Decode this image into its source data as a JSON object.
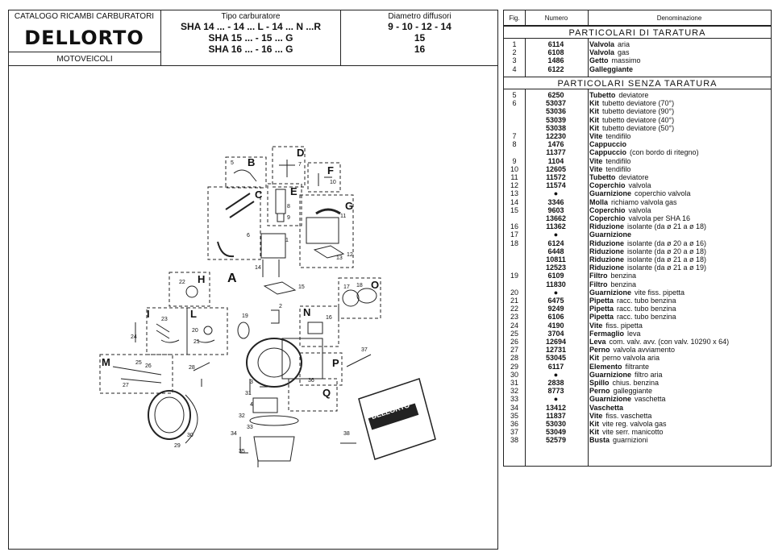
{
  "header": {
    "catalog_title": "CATALOGO RICAMBI CARBURATORI",
    "brand": "DELLORTO",
    "category": "MOTOVEICOLI",
    "tipo_label": "Tipo carburatore",
    "tipo_lines": [
      "SHA 14 ... - 14 ... L - 14 ... N ...R",
      "SHA 15 ... - 15 ... G",
      "SHA 16 ... - 16 ... G"
    ],
    "diametro_label": "Diametro diffusori",
    "diametro_lines": [
      "9 - 10 - 12 - 14",
      "15",
      "16"
    ]
  },
  "table": {
    "col_fig": "Fig.",
    "col_numero": "Numero",
    "col_denominazione": "Denominazione",
    "section1": "PARTICOLARI DI TARATURA",
    "section2": "PARTICOLARI SENZA TARATURA",
    "rows1": [
      {
        "fig": "1",
        "num": "6114",
        "b": "Valvola",
        "t": "aria"
      },
      {
        "fig": "2",
        "num": "6108",
        "b": "Valvola",
        "t": "gas"
      },
      {
        "fig": "3",
        "num": "1486",
        "b": "Getto",
        "t": "massimo"
      },
      {
        "fig": "4",
        "num": "6122",
        "b": "Galleggiante",
        "t": ""
      }
    ],
    "rows2": [
      {
        "fig": "5",
        "num": "6250",
        "b": "Tubetto",
        "t": "deviatore"
      },
      {
        "fig": "6",
        "num": "53037",
        "b": "Kit",
        "t": "tubetto deviatore (70°)"
      },
      {
        "fig": "",
        "num": "53036",
        "b": "Kit",
        "t": "tubetto deviatore (90°)"
      },
      {
        "fig": "",
        "num": "53039",
        "b": "Kit",
        "t": "tubetto deviatore (40°)"
      },
      {
        "fig": "",
        "num": "53038",
        "b": "Kit",
        "t": "tubetto deviatore (50°)"
      },
      {
        "fig": "7",
        "num": "12230",
        "b": "Vite",
        "t": "tendifilo"
      },
      {
        "fig": "8",
        "num": "1476",
        "b": "Cappuccio",
        "t": ""
      },
      {
        "fig": "",
        "num": "11377",
        "b": "Cappuccio",
        "t": "(con bordo di ritegno)"
      },
      {
        "fig": "9",
        "num": "1104",
        "b": "Vite",
        "t": "tendifilo"
      },
      {
        "fig": "10",
        "num": "12605",
        "b": "Vite",
        "t": "tendifilo"
      },
      {
        "fig": "11",
        "num": "11572",
        "b": "Tubetto",
        "t": "deviatore"
      },
      {
        "fig": "12",
        "num": "11574",
        "b": "Coperchio",
        "t": "valvola"
      },
      {
        "fig": "13",
        "num": "●",
        "b": "Guarnizione",
        "t": "coperchio valvola"
      },
      {
        "fig": "14",
        "num": "3346",
        "b": "Molla",
        "t": "richiamo valvola gas"
      },
      {
        "fig": "15",
        "num": "9603",
        "b": "Coperchio",
        "t": "valvola"
      },
      {
        "fig": "",
        "num": "13662",
        "b": "Coperchio",
        "t": "valvola per SHA 16"
      },
      {
        "fig": "16",
        "num": "11362",
        "b": "Riduzione",
        "t": "isolante (da ø 21 a ø 18)"
      },
      {
        "fig": "17",
        "num": "●",
        "b": "Guarnizione",
        "t": ""
      },
      {
        "fig": "18",
        "num": "6124",
        "b": "Riduzione",
        "t": "isolante (da ø 20 a ø 16)"
      },
      {
        "fig": "",
        "num": "6448",
        "b": "Riduzione",
        "t": "isolante (da ø 20 a ø 18)"
      },
      {
        "fig": "",
        "num": "10811",
        "b": "Riduzione",
        "t": "isolante (da ø 21 a ø 18)"
      },
      {
        "fig": "",
        "num": "12523",
        "b": "Riduzione",
        "t": "isolante (da ø 21 a ø 19)"
      },
      {
        "fig": "19",
        "num": "6109",
        "b": "Filtro",
        "t": "benzina"
      },
      {
        "fig": "",
        "num": "11830",
        "b": "Filtro",
        "t": "benzina"
      },
      {
        "fig": "20",
        "num": "●",
        "b": "Guarnizione",
        "t": "vite fiss. pipetta"
      },
      {
        "fig": "21",
        "num": "6475",
        "b": "Pipetta",
        "t": "racc. tubo benzina"
      },
      {
        "fig": "22",
        "num": "9249",
        "b": "Pipetta",
        "t": "racc. tubo benzina"
      },
      {
        "fig": "23",
        "num": "6106",
        "b": "Pipetta",
        "t": "racc. tubo benzina"
      },
      {
        "fig": "24",
        "num": "4190",
        "b": "Vite",
        "t": "fiss. pipetta"
      },
      {
        "fig": "25",
        "num": "3704",
        "b": "Fermaglio",
        "t": "leva"
      },
      {
        "fig": "26",
        "num": "12694",
        "b": "Leva",
        "t": "com. valv. avv. (con valv. 10290 x 64)"
      },
      {
        "fig": "27",
        "num": "12731",
        "b": "Perno",
        "t": "valvola avviamento"
      },
      {
        "fig": "28",
        "num": "53045",
        "b": "Kit",
        "t": "perno valvola aria"
      },
      {
        "fig": "29",
        "num": "6117",
        "b": "Elemento",
        "t": "filtrante"
      },
      {
        "fig": "30",
        "num": "●",
        "b": "Guarnizione",
        "t": "filtro aria"
      },
      {
        "fig": "31",
        "num": "2838",
        "b": "Spillo",
        "t": "chius. benzina"
      },
      {
        "fig": "32",
        "num": "8773",
        "b": "Perno",
        "t": "galleggiante"
      },
      {
        "fig": "33",
        "num": "●",
        "b": "Guarnizione",
        "t": "vaschetta"
      },
      {
        "fig": "34",
        "num": "13412",
        "b": "Vaschetta",
        "t": ""
      },
      {
        "fig": "35",
        "num": "11837",
        "b": "Vite",
        "t": "fiss. vaschetta"
      },
      {
        "fig": "36",
        "num": "53030",
        "b": "Kit",
        "t": "vite reg. valvola gas"
      },
      {
        "fig": "37",
        "num": "53049",
        "b": "Kit",
        "t": "vite serr. manicotto"
      },
      {
        "fig": "38",
        "num": "52579",
        "b": "Busta",
        "t": "guarnizioni"
      }
    ]
  },
  "diagram": {
    "group_letters": [
      "A",
      "B",
      "C",
      "D",
      "E",
      "F",
      "G",
      "H",
      "I",
      "L",
      "M",
      "N",
      "O",
      "P",
      "Q"
    ],
    "part_numbers": [
      "1",
      "2",
      "3",
      "4",
      "5",
      "6",
      "7",
      "8",
      "9",
      "10",
      "11",
      "12",
      "13",
      "14",
      "15",
      "16",
      "17",
      "18",
      "19",
      "20",
      "21",
      "22",
      "23",
      "24",
      "25",
      "26",
      "27",
      "28",
      "29",
      "30",
      "31",
      "32",
      "33",
      "34",
      "35",
      "36",
      "37",
      "38"
    ],
    "bag_label": "DELLORTO"
  }
}
